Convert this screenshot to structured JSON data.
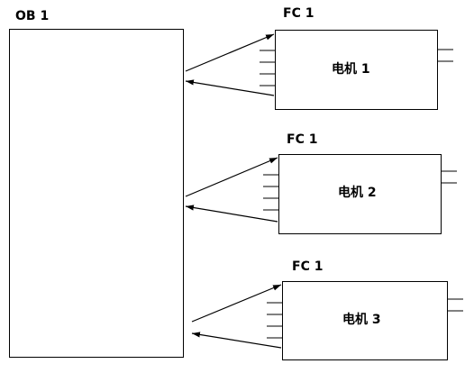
{
  "main_block": {
    "label": "OB 1"
  },
  "function_blocks": [
    {
      "label": "FC 1",
      "name": "电机 1"
    },
    {
      "label": "FC 1",
      "name": "电机 2"
    },
    {
      "label": "FC 1",
      "name": "电机 3"
    }
  ]
}
